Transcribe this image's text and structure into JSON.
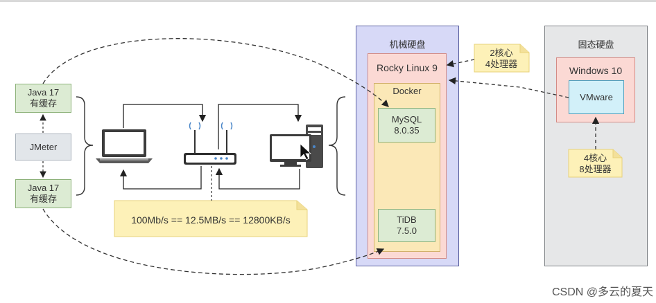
{
  "left_nodes": {
    "java_top": {
      "line1": "Java 17",
      "line2": "有缓存"
    },
    "jmeter": "JMeter",
    "java_bottom": {
      "line1": "Java 17",
      "line2": "有缓存"
    }
  },
  "network_note": "100Mb/s == 12.5MB/s == 12800KB/s",
  "hdd": {
    "title": "机械硬盘",
    "os": "Rocky Linux 9",
    "container": "Docker",
    "mysql": {
      "line1": "MySQL",
      "line2": "8.0.35"
    },
    "tidb": {
      "line1": "TiDB",
      "line2": "7.5.0"
    }
  },
  "hdd_cpu_note": {
    "line1": "2核心",
    "line2": "4处理器"
  },
  "ssd": {
    "title": "固态硬盘",
    "os": "Windows 10",
    "vm": "VMware"
  },
  "ssd_cpu_note": {
    "line1": "4核心",
    "line2": "8处理器"
  },
  "watermark": "CSDN @多云的夏天",
  "colors": {
    "green_fill": "#dcebd3",
    "note_fill": "#fdf1b8",
    "hdd_fill": "#d7d9f7",
    "ssd_fill": "#e6e7e8",
    "os_fill": "#fbd9d4",
    "docker_fill": "#fbe8b7",
    "vm_fill": "#d2f0f9"
  },
  "icons": [
    "laptop-icon",
    "router-icon",
    "desktop-pc-icon",
    "mouse-cursor-icon"
  ]
}
